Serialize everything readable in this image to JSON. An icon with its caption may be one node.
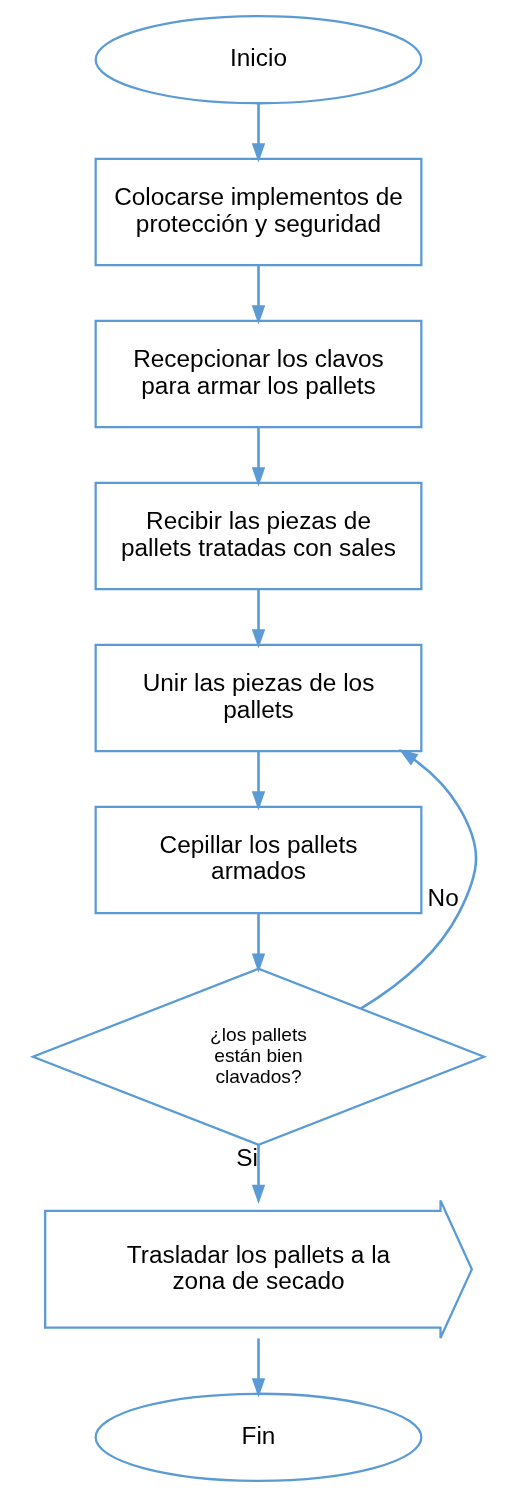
{
  "diagram": {
    "nodes": [
      {
        "text": [
          "Inicio"
        ]
      },
      {
        "text": [
          "Colocarse implementos de protección y seguridad"
        ]
      },
      {
        "text": [
          "Recepcionar los clavos para armar los pallets"
        ]
      },
      {
        "text": [
          "Recibir las piezas de pallets tratadas con sales"
        ]
      },
      {
        "text": [
          "Unir las piezas de los pallets"
        ]
      },
      {
        "text": [
          "Cepillar los pallets armados"
        ]
      },
      {
        "text": [
          "¿los pallets están bien clavados?"
        ]
      },
      {
        "text": [
          "Trasladar los pallets a la zona de secado"
        ]
      },
      {
        "text": [
          "Fin"
        ]
      }
    ],
    "edges": [
      {
        "from": 0,
        "to": 1,
        "arrow": "to"
      },
      {
        "from": 1,
        "to": 2,
        "arrow": "to"
      },
      {
        "from": 2,
        "to": 3,
        "arrow": "to"
      },
      {
        "from": 3,
        "to": 4,
        "arrow": "to"
      },
      {
        "from": 4,
        "to": 5,
        "arrow": "to"
      },
      {
        "from": 5,
        "to": 6,
        "arrow": "to"
      },
      {
        "from": 6,
        "to": 7,
        "arrow": "to",
        "label": "Si"
      },
      {
        "from": 6,
        "to": 4,
        "arrow": "to",
        "label": "No"
      },
      {
        "from": 7,
        "to": 8,
        "arrow": "to"
      }
    ]
  }
}
